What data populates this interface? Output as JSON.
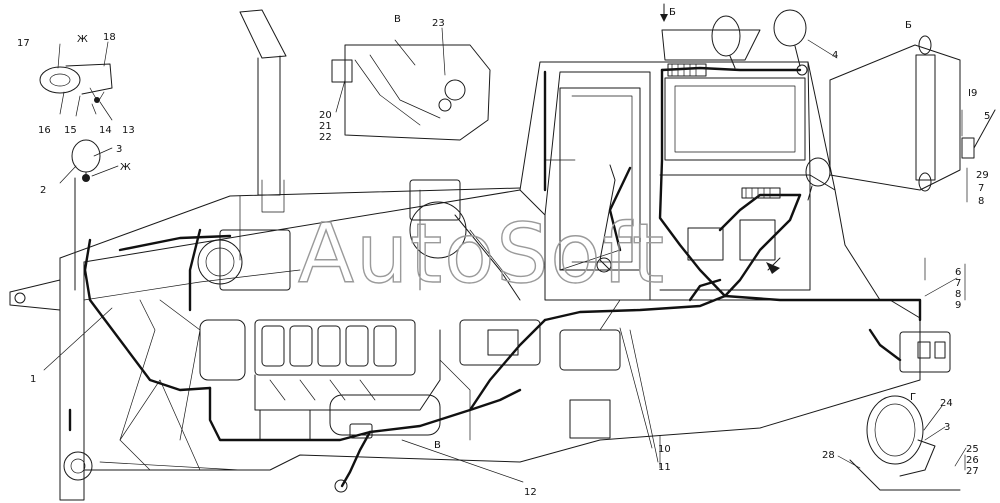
{
  "watermark": "AutoSoft",
  "views": {
    "zh": "Ж",
    "v_top": "В",
    "b_arrow": "Б",
    "b_right": "Б",
    "g": "Г",
    "v_bottom": "В"
  },
  "callouts": {
    "c1": "1",
    "c2": "2",
    "c3a": "3",
    "c3b": "3",
    "c4": "4",
    "c5": "5",
    "c6": "6",
    "c7a": "7",
    "c8a": "8",
    "c9": "9",
    "c7b": "7",
    "c8b": "8",
    "c29": "29",
    "c19": "I9",
    "c10": "10",
    "c11": "11",
    "c12": "12",
    "c13": "13",
    "c14": "14",
    "c15": "15",
    "c16": "16",
    "c17": "17",
    "c18": "18",
    "c20": "20",
    "c21": "21",
    "c22": "22",
    "c23": "23",
    "c24": "24",
    "c25": "25",
    "c26": "26",
    "c27": "27",
    "c28": "28"
  }
}
